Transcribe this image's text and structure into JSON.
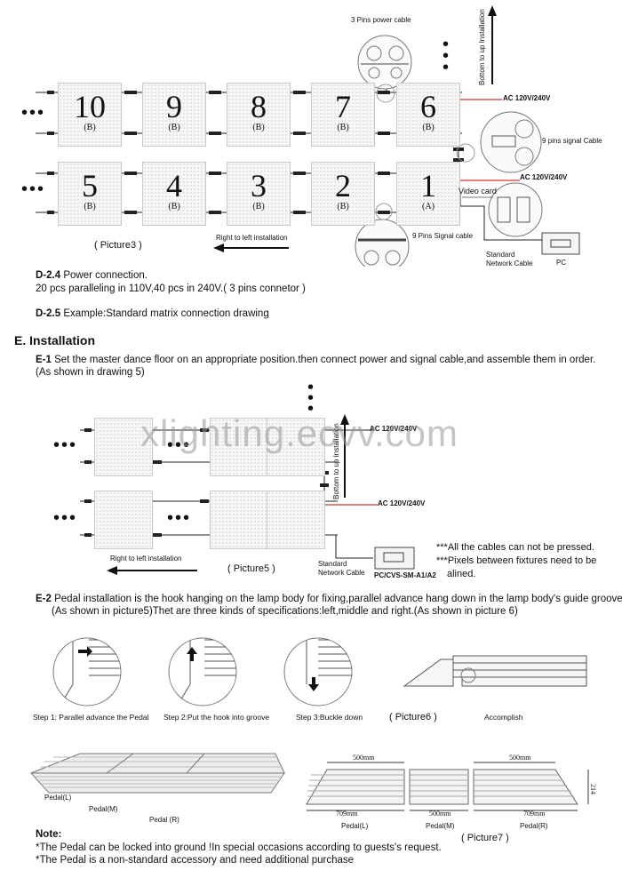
{
  "picture3": {
    "top_panels": [
      {
        "num": "10",
        "sub": "(B)"
      },
      {
        "num": "9",
        "sub": "(B)"
      },
      {
        "num": "8",
        "sub": "(B)"
      },
      {
        "num": "7",
        "sub": "(B)"
      },
      {
        "num": "6",
        "sub": "(B)"
      }
    ],
    "bottom_panels": [
      {
        "num": "5",
        "sub": "(B)"
      },
      {
        "num": "4",
        "sub": "(B)"
      },
      {
        "num": "3",
        "sub": "(B)"
      },
      {
        "num": "2",
        "sub": "(B)"
      },
      {
        "num": "1",
        "sub": "(A)"
      }
    ],
    "power_cable_label": "3 Pins power cable",
    "bottom_to_up": "Bottom to up Installation",
    "ac_label_1": "AC 120V/240V",
    "ac_label_2": "AC 120V/240V",
    "signal_cable_9": "9 pins signal Cable",
    "video_card": "Video card",
    "signal_cable_9b": "9 Pins Signal cable",
    "network_cable": "Standard\nNetwork Cable",
    "pc": "PC",
    "right_to_left": "Right to left installation",
    "caption": "( Picture3 )"
  },
  "d24": {
    "label": "D-2.4",
    "title": " Power connection.",
    "body": "20 pcs paralleling in 110V,40 pcs in 240V.( 3 pins connetor )"
  },
  "d25": {
    "label": "D-2.5",
    "title": " Example:Standard matrix connection drawing"
  },
  "section_e": {
    "heading": "E.  Installation",
    "e1_label": "E-1",
    "e1_text": " Set the master dance floor on an appropriate position.then connect power and signal cable,and assemble them in order.",
    "e1_text2": "(As shown in drawing 5)"
  },
  "picture5": {
    "watermark": "xlighting.ecvv.com",
    "ac_label_top": "AC 120V/240V",
    "ac_label_bottom": "AC 120V/240V",
    "bottom_to_up": "Bottom to up Installation",
    "right_to_left": "Right to left installation",
    "caption": "( Picture5 )",
    "network_cable": "Standard\nNetwork Cable",
    "pc_label": "PC/CVS-SM-A1/A2",
    "note1": "***All the cables can not be pressed.",
    "note2": "***Pixels between fixtures need to be",
    "note3": "alined."
  },
  "e2": {
    "label": "E-2",
    "text": "  Pedal installation is the hook hanging on the lamp body for fixing,parallel advance hang down in the lamp body's guide groove,",
    "text2": "(As shown in picture5)Thet are three kinds of specifications:left,middle and right.(As shown in picture 6)"
  },
  "picture6": {
    "step1": "Step 1: Parallel advance the Pedal",
    "step2": "Step 2:Put the hook into groove",
    "step3": "Step 3:Buckle down",
    "caption": "( Picture6 )",
    "accomplish": "Accomplish"
  },
  "picture7": {
    "pedal_l": "Pedal(L)",
    "pedal_m": "Pedal(M)",
    "pedal_r": "Pedal (R)",
    "dim_500_left": "500mm",
    "dim_500_right": "500mm",
    "dim_709_left": "709mm",
    "dim_500_mid": "500mm",
    "dim_709_right": "709mm",
    "dim_214": "214",
    "pedal_l2": "Pedal(L)",
    "pedal_m2": "Pedal(M)",
    "pedal_r2": "Pedal(R)",
    "caption": "( Picture7 )"
  },
  "note": {
    "heading": "Note:",
    "line1": "*The Pedal can be locked into ground !In special occasions according to guests's request.",
    "line2": "*The Pedal is a non-standard accessory and need additional purchase"
  }
}
